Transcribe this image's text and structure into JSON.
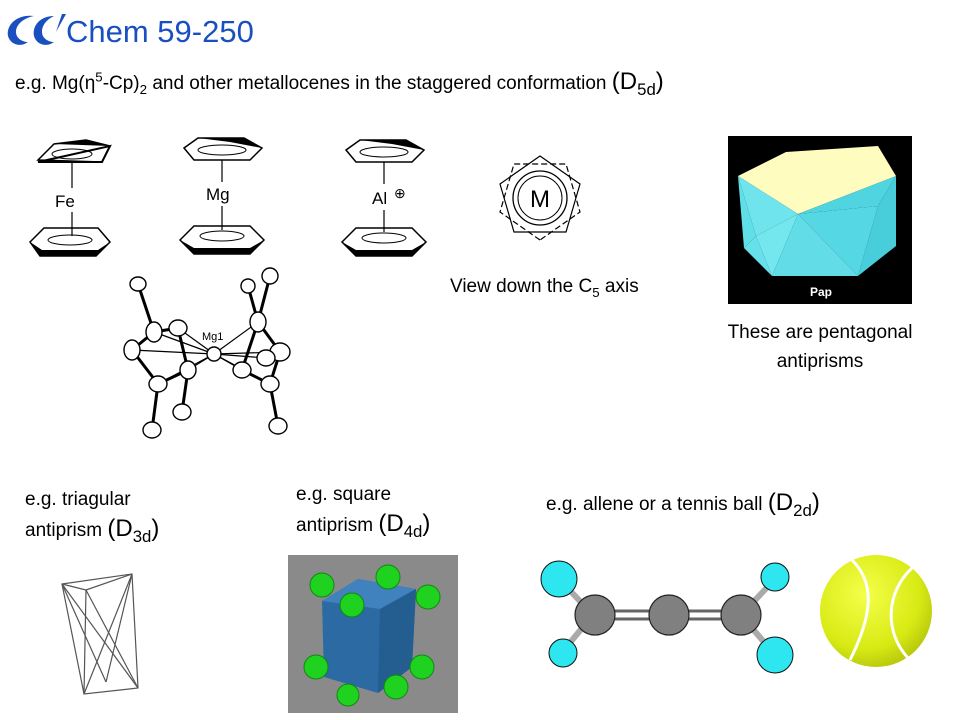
{
  "header": {
    "title": "Chem 59-250",
    "line_prefix": "e.g. Mg(",
    "eta": "η",
    "eta_sup": "5",
    "line_mid": "-Cp)",
    "cp_sub": "2",
    "line_rest": " and other metallocenes in the staggered conformation ",
    "point_group_open": "(D",
    "point_group_sub": "5d",
    "point_group_close": ")"
  },
  "metallocenes": [
    {
      "metal": "Fe",
      "charge": ""
    },
    {
      "metal": "Mg",
      "charge": ""
    },
    {
      "metal": "Al",
      "charge": "⊕"
    }
  ],
  "ortep": {
    "atom_label": "Mg1"
  },
  "c5_view": {
    "metal": "M",
    "caption_prefix": "View down the C",
    "caption_sub": "5",
    "caption_suffix": " axis"
  },
  "antiprism_image": {
    "watermark": "Pap",
    "caption_line1": "These are pentagonal",
    "caption_line2": "antiprisms"
  },
  "triangular": {
    "line1": "e.g. triagular",
    "line2": "antiprism ",
    "pg_open": "(D",
    "pg_sub": "3d",
    "pg_close": ")"
  },
  "square": {
    "line1": "e.g. square",
    "line2": "antiprism ",
    "pg_open": "(D",
    "pg_sub": "4d",
    "pg_close": ")"
  },
  "allene": {
    "text": "e.g. allene or a tennis ball ",
    "pg_open": "(D",
    "pg_sub": "2d",
    "pg_close": ")"
  },
  "colors": {
    "title_blue": "#1a4fc0",
    "logo_blue": "#1a4fc0",
    "antiprism_top": "#fffcc0",
    "antiprism_side": "#5fe0e8",
    "square_face": "#2f6fa8",
    "sphere_green": "#22cc22",
    "atom_cyan": "#2ee6f0",
    "atom_gray": "#808080",
    "tennis_ball": "#e2f21a"
  }
}
